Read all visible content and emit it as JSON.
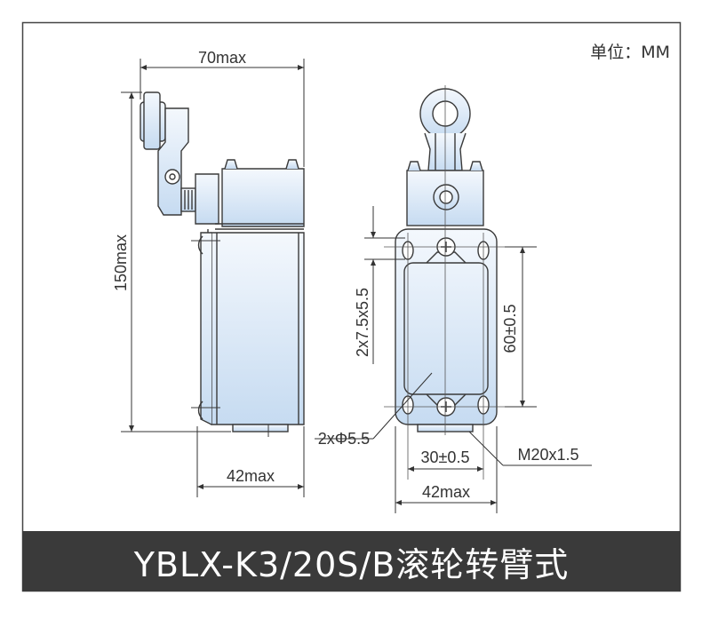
{
  "unit": "单位：MM",
  "title": "YBLX-K3/20S/B滚轮转臂式",
  "dimensions": {
    "side_width": "70max",
    "side_height": "150max",
    "side_depth": "42max",
    "front_hole_spacing": "2x7.5x5.5",
    "front_mount_height": "60±0.5",
    "front_hole_dia": "2xΦ5.5",
    "front_mount_width": "30±0.5",
    "thread": "M20x1.5",
    "front_width": "42max"
  },
  "colors": {
    "body_top": "#f2f7fc",
    "body_bottom": "#c9ddf2",
    "line": "#3a3a3a",
    "title_bg": "#3a3a3a"
  }
}
